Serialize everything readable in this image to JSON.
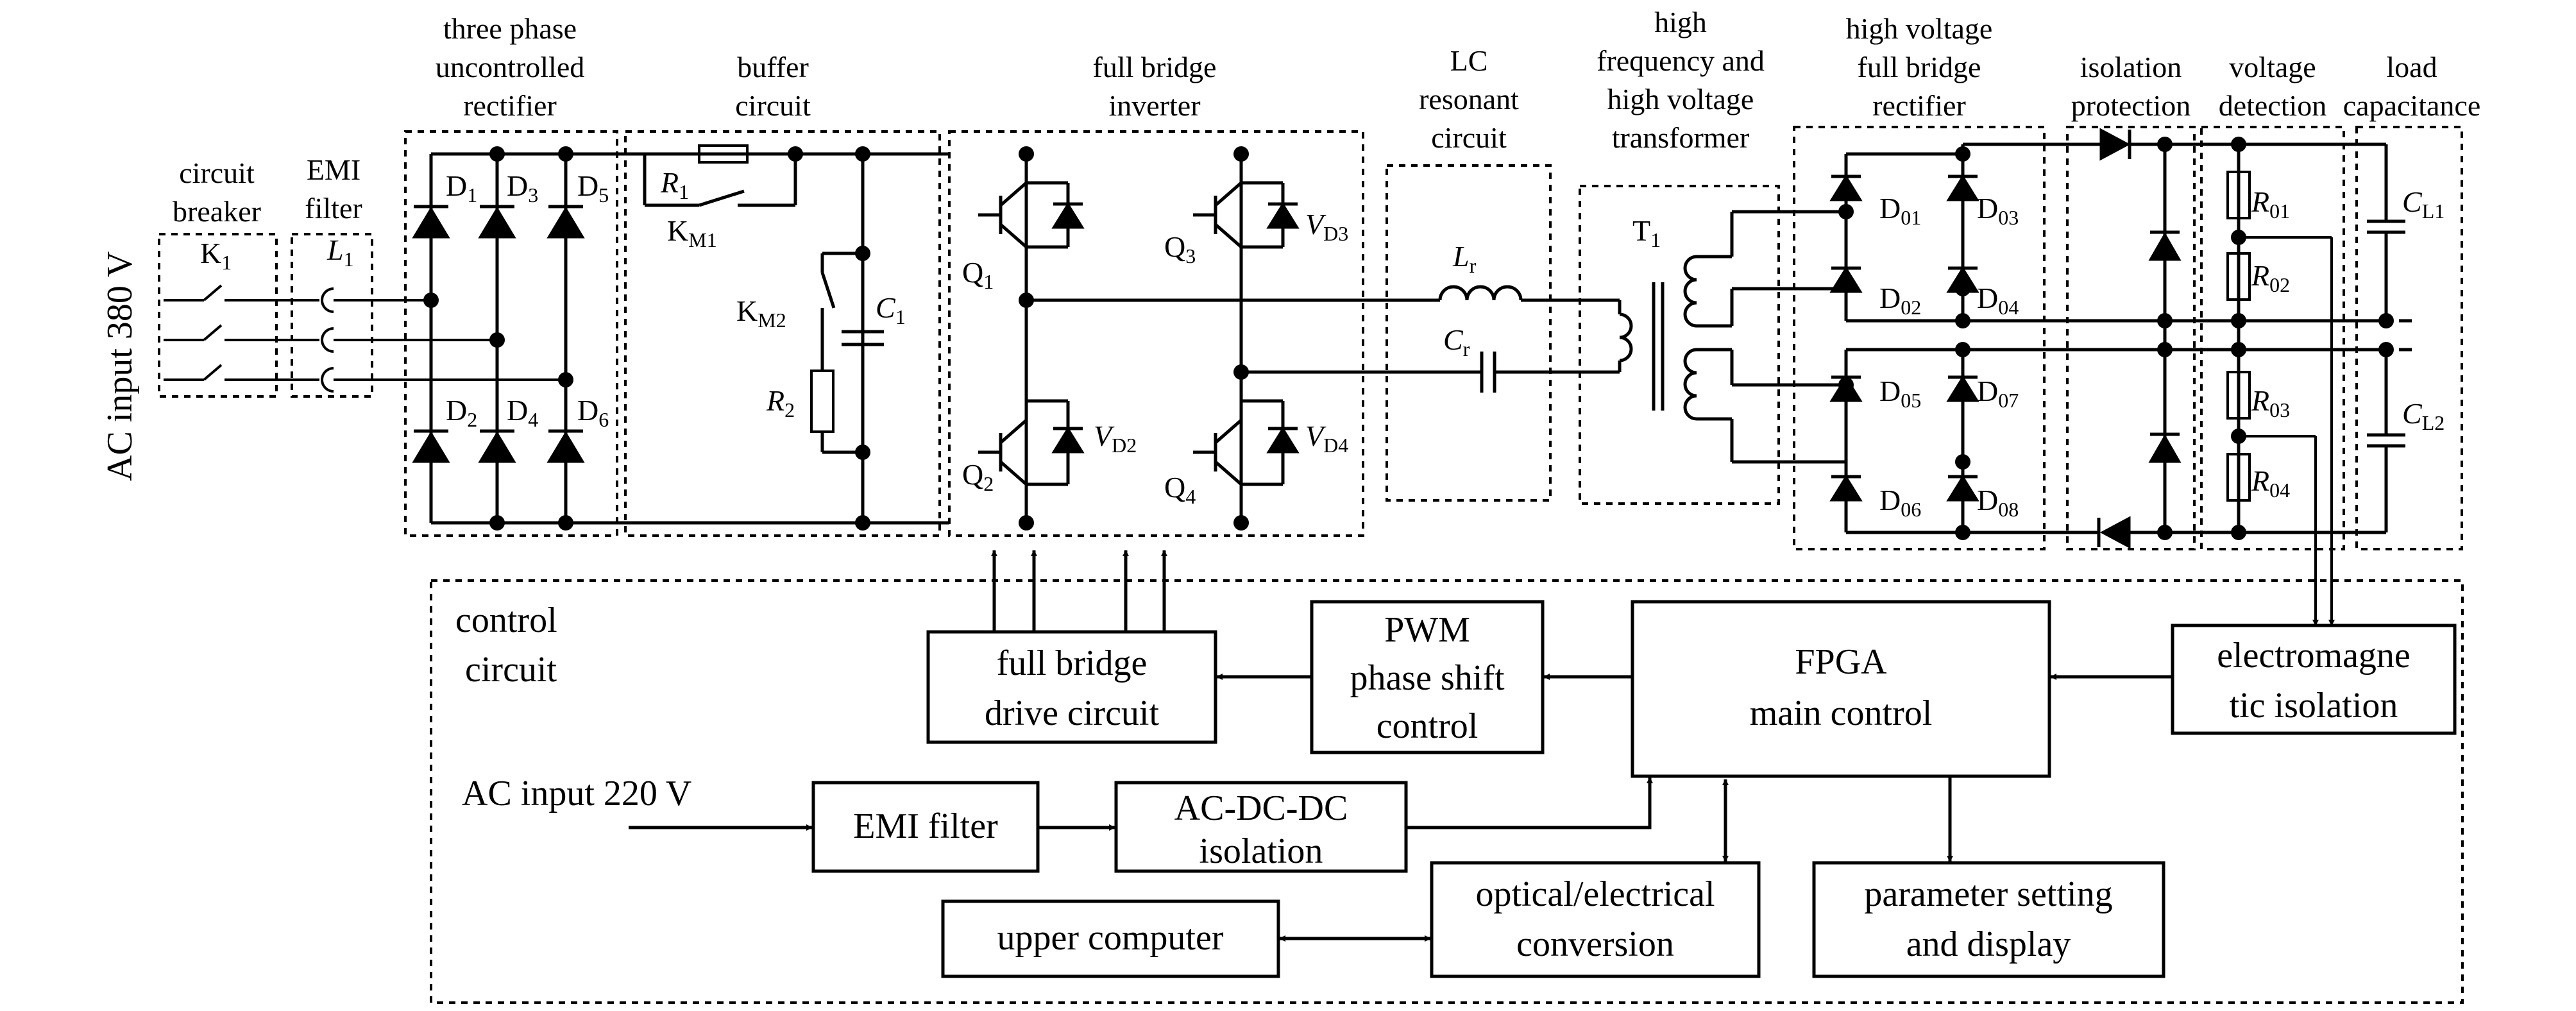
{
  "labels": {
    "ac_input_380": "AC input 380 V",
    "breaker_l1": "circuit",
    "breaker_l2": "breaker",
    "k1": "K",
    "k1_sub": "1",
    "emi_l1": "EMI",
    "emi_l2": "filter",
    "l1": "L",
    "l1_sub": "1",
    "rect_l1": "three phase",
    "rect_l2": "uncontrolled",
    "rect_l3": "rectifier",
    "buffer_l1": "buffer",
    "buffer_l2": "circuit",
    "inverter_l1": "full bridge",
    "inverter_l2": "inverter",
    "lc_l1": "LC",
    "lc_l2": "resonant",
    "lc_l3": "circuit",
    "xfmr_l1": "high",
    "xfmr_l2": "frequency and",
    "xfmr_l3": "high voltage",
    "xfmr_l4": "transformer",
    "hvrect_l1": "high voltage",
    "hvrect_l2": "full bridge",
    "hvrect_l3": "rectifier",
    "iso_l1": "isolation",
    "iso_l2": "protection",
    "vdet_l1": "voltage",
    "vdet_l2": "detection",
    "load_l1": "load",
    "load_l2": "capacitance",
    "control_l1": "control",
    "control_l2": "circuit",
    "ac_input_220": "AC input 220 V"
  },
  "components": {
    "D1": {
      "main": "D",
      "sub": "1"
    },
    "D2": {
      "main": "D",
      "sub": "2"
    },
    "D3": {
      "main": "D",
      "sub": "3"
    },
    "D4": {
      "main": "D",
      "sub": "4"
    },
    "D5": {
      "main": "D",
      "sub": "5"
    },
    "D6": {
      "main": "D",
      "sub": "6"
    },
    "R1": {
      "main": "R",
      "sub": "1"
    },
    "R2": {
      "main": "R",
      "sub": "2"
    },
    "KM1": {
      "main": "K",
      "sub": "M1"
    },
    "KM2": {
      "main": "K",
      "sub": "M2"
    },
    "C1": {
      "main": "C",
      "sub": "1"
    },
    "Q1": {
      "main": "Q",
      "sub": "1"
    },
    "Q2": {
      "main": "Q",
      "sub": "2"
    },
    "Q3": {
      "main": "Q",
      "sub": "3"
    },
    "Q4": {
      "main": "Q",
      "sub": "4"
    },
    "VD2": {
      "main": "V",
      "sub": "D2"
    },
    "VD3": {
      "main": "V",
      "sub": "D3"
    },
    "VD4": {
      "main": "V",
      "sub": "D4"
    },
    "Lr": {
      "main": "L",
      "sub": "r"
    },
    "Cr": {
      "main": "C",
      "sub": "r"
    },
    "T1": {
      "main": "T",
      "sub": "1"
    },
    "D01": {
      "main": "D",
      "sub": "01"
    },
    "D02": {
      "main": "D",
      "sub": "02"
    },
    "D03": {
      "main": "D",
      "sub": "03"
    },
    "D04": {
      "main": "D",
      "sub": "04"
    },
    "D05": {
      "main": "D",
      "sub": "05"
    },
    "D06": {
      "main": "D",
      "sub": "06"
    },
    "D07": {
      "main": "D",
      "sub": "07"
    },
    "D08": {
      "main": "D",
      "sub": "08"
    },
    "R01": {
      "main": "R",
      "sub": "01"
    },
    "R02": {
      "main": "R",
      "sub": "02"
    },
    "R03": {
      "main": "R",
      "sub": "03"
    },
    "R04": {
      "main": "R",
      "sub": "04"
    },
    "CL1": {
      "main": "C",
      "sub": "L1"
    },
    "CL2": {
      "main": "C",
      "sub": "L2"
    }
  },
  "blocks": {
    "fb_drive": [
      "full bridge",
      "drive circuit"
    ],
    "pwm": [
      "PWM",
      "phase shift",
      "control"
    ],
    "fpga": [
      "FPGA",
      "main control"
    ],
    "emag": [
      "electromagne",
      "tic isolation"
    ],
    "emi": [
      "EMI filter"
    ],
    "acdcdc": [
      "AC-DC-DC",
      "isolation"
    ],
    "upper": [
      "upper computer"
    ],
    "opt": [
      "optical/electrical",
      "conversion"
    ],
    "param": [
      "parameter setting",
      "and display"
    ]
  }
}
